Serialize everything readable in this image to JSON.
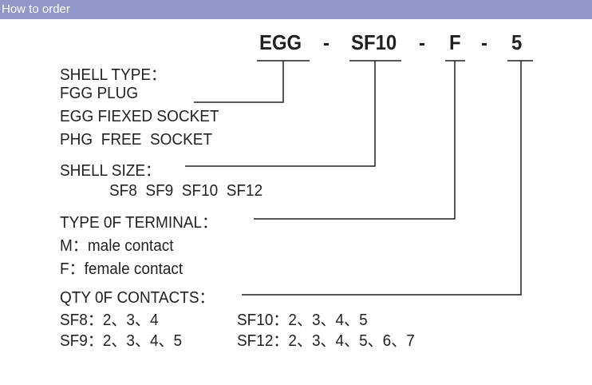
{
  "header": {
    "title": "How to order"
  },
  "code": {
    "shell": "EGG",
    "dash1": "-",
    "size": "SF10",
    "dash2": "-",
    "terminal": "F",
    "dash3": "-",
    "contacts": "5"
  },
  "shell_type": {
    "label": "SHELL TYPE：",
    "options": [
      "FGG PLUG",
      "EGG FIEXED SOCKET",
      "PHG  FREE  SOCKET"
    ]
  },
  "shell_size": {
    "label": "SHELL SIZE：",
    "options": "SF8  SF9  SF10  SF12"
  },
  "terminal": {
    "label": "TYPE 0F TERMINAL：",
    "options": [
      "M：male contact",
      "F：female contact"
    ]
  },
  "contacts": {
    "label": "QTY 0F CONTACTS：",
    "rows": [
      [
        "SF8：2、3、4",
        "SF10：2、3、4、5"
      ],
      [
        "SF9：2、3、4、5",
        "SF12：2、3、4、5、6、7"
      ]
    ]
  }
}
